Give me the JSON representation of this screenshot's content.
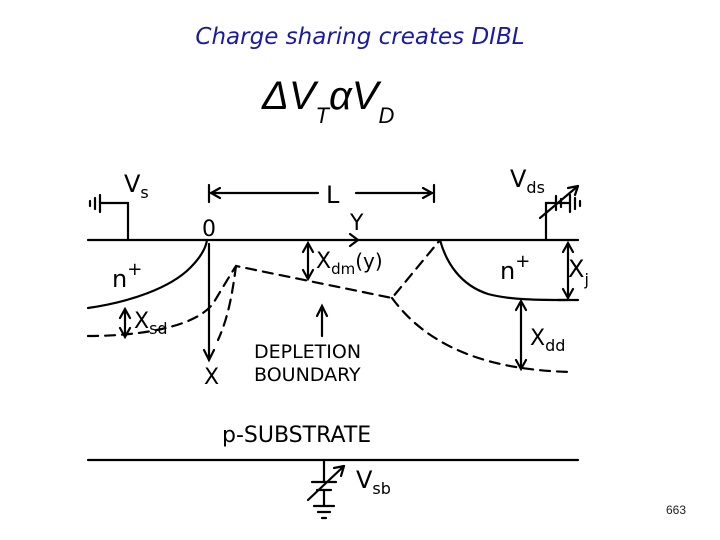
{
  "title": "Charge sharing creates DIBL",
  "equation": {
    "delta": "Δ",
    "v1": "V",
    "sub1": "T",
    "alpha": "α",
    "v2": "V",
    "sub2": "D"
  },
  "labels": {
    "vs": "V",
    "vs_sub": "s",
    "vds": "V",
    "vds_sub": "ds",
    "L": "L",
    "origin": "0",
    "Y": "Y",
    "n_left": "n",
    "n_left_sup": "+",
    "n_right": "n",
    "n_right_sup": "+",
    "xdm": "X",
    "xdm_sub": "dm",
    "xdm_arg": "(y)",
    "xj": "X",
    "xj_sub": "j",
    "xsd": "X",
    "xsd_sub": "sd",
    "xdd": "X",
    "xdd_sub": "dd",
    "depletion1": "DEPLETION",
    "depletion2": "BOUNDARY",
    "x_axis": "X",
    "substrate": "p-SUBSTRATE",
    "vsb": "V",
    "vsb_sub": "sb"
  },
  "page_number": "663"
}
